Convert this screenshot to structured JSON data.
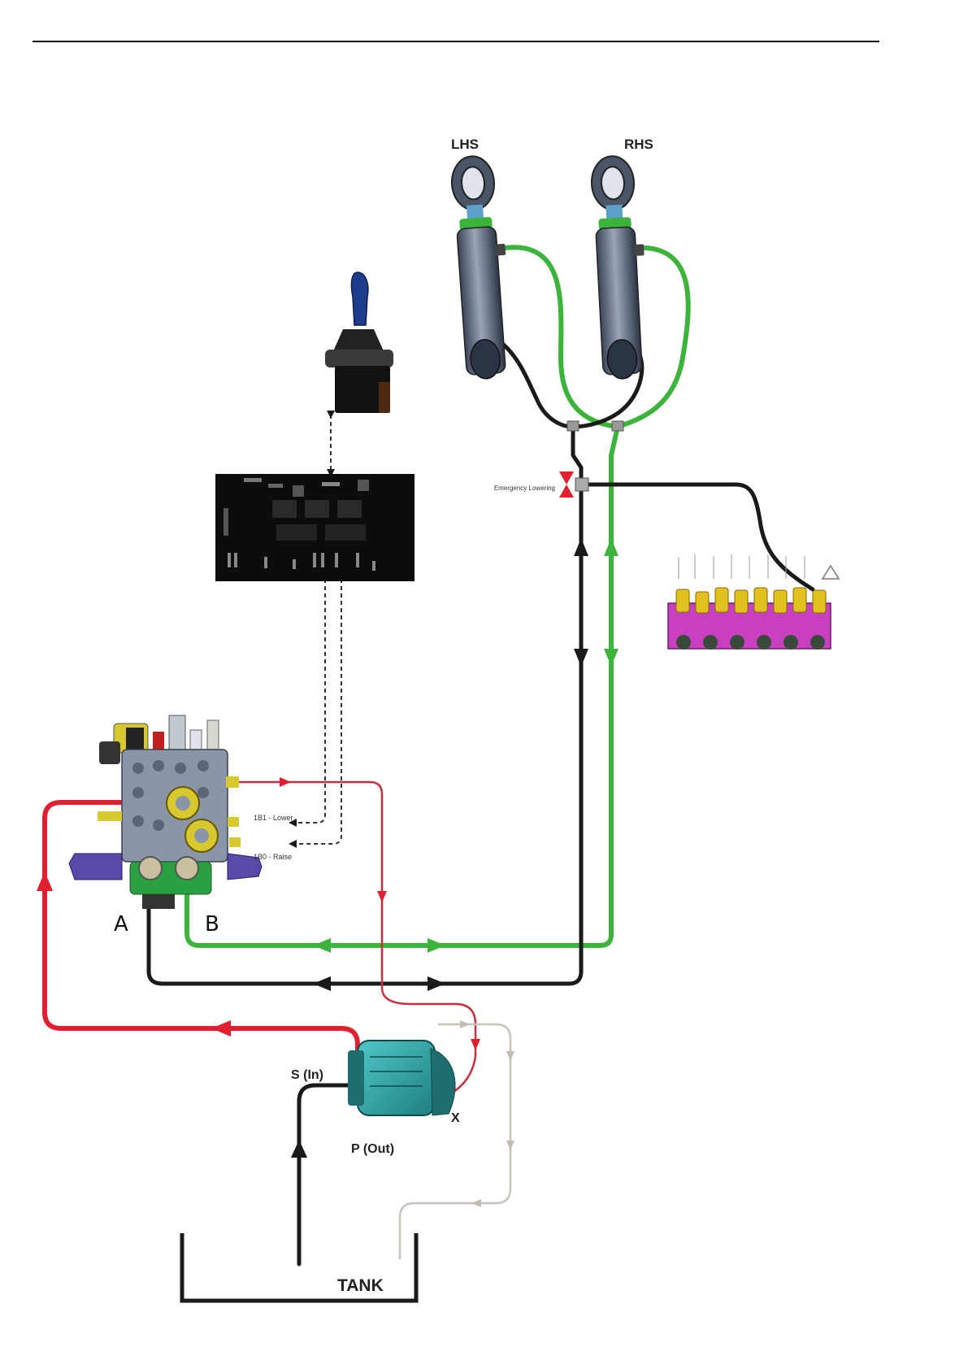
{
  "labels": {
    "lhs": "LHS",
    "rhs": "RHS",
    "emergency_lowering": "Emergency Lowering",
    "port_a": "A",
    "port_b": "B",
    "lower_signal": "1B1 - Lower",
    "raise_signal": "1B0 - Raise",
    "pump_suction": "S (In)",
    "pump_pressure": "P (Out)",
    "pump_x": "X",
    "tank": "TANK"
  },
  "colors": {
    "pressure": "#e02030",
    "cylinder_rod": "#1a1a1a",
    "cylinder_bore": "#3cb43c",
    "drain": "#c8c4bc",
    "signal": "#333333",
    "pump": "#2aa0a0",
    "manifold": "#c840c0",
    "valve_block": "#8a96a8"
  },
  "components": [
    "hydraulic-cylinder-lhs",
    "hydraulic-cylinder-rhs",
    "joystick",
    "control-module",
    "valve-block",
    "hydraulic-pump",
    "tank",
    "distribution-manifold",
    "emergency-lowering-valve"
  ]
}
